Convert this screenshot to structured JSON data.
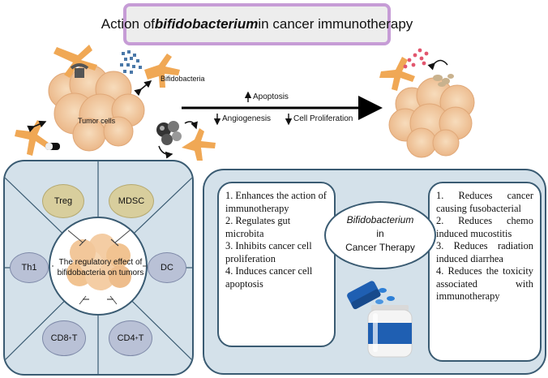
{
  "title": {
    "prefix": "Action of ",
    "emphasis": "bifidobacterium",
    "suffix": " in cancer immunotherapy"
  },
  "top_labels": {
    "bifidobacteria": "Bifidobacteria",
    "tumor_cells": "Tumor cells",
    "apoptosis": "Apoptosis",
    "angiogenesis": "Angiogenesis",
    "cell_proliferation": "Cell Proliferation"
  },
  "left_panel": {
    "center_text": "The regulatory effect of bifidobacteria on tumors",
    "nodes": {
      "treg": "Treg",
      "mdsc": "MDSC",
      "th1": "Th1",
      "dc": "DC",
      "cd8t": "CD8",
      "cd4t": "CD4",
      "cd8t_sup": "+",
      "cd4t_sup": "+",
      "t_suffix": "T"
    }
  },
  "right_panel": {
    "center_title_line1": "Bifidobacterium",
    "center_title_line2": "in",
    "center_title_line3": "Cancer Therapy",
    "left_list": [
      "1. Enhances the action of immunotherapy",
      "2. Regulates gut microbita",
      "3. Inhibits cancer cell proliferation",
      "4. Induces cancer cell apoptosis"
    ],
    "right_list": [
      "1. Reduces cancer causing fusobacterial",
      "2. Reduces chemo induced mucostitis",
      "3. Reduces radiation induced diarrhea",
      "4. Reduces the toxicity associated with immunotherapy"
    ]
  },
  "colors": {
    "panel_bg": "#d4e1ea",
    "panel_border": "#3a5b72",
    "title_border": "#c69cd6",
    "tumor": "#f2c79a",
    "immune_cell": "#f0a855",
    "bacteria": "#4a78a8",
    "beige_node": "#d8ce9d",
    "blue_node": "#b9c1d6"
  }
}
